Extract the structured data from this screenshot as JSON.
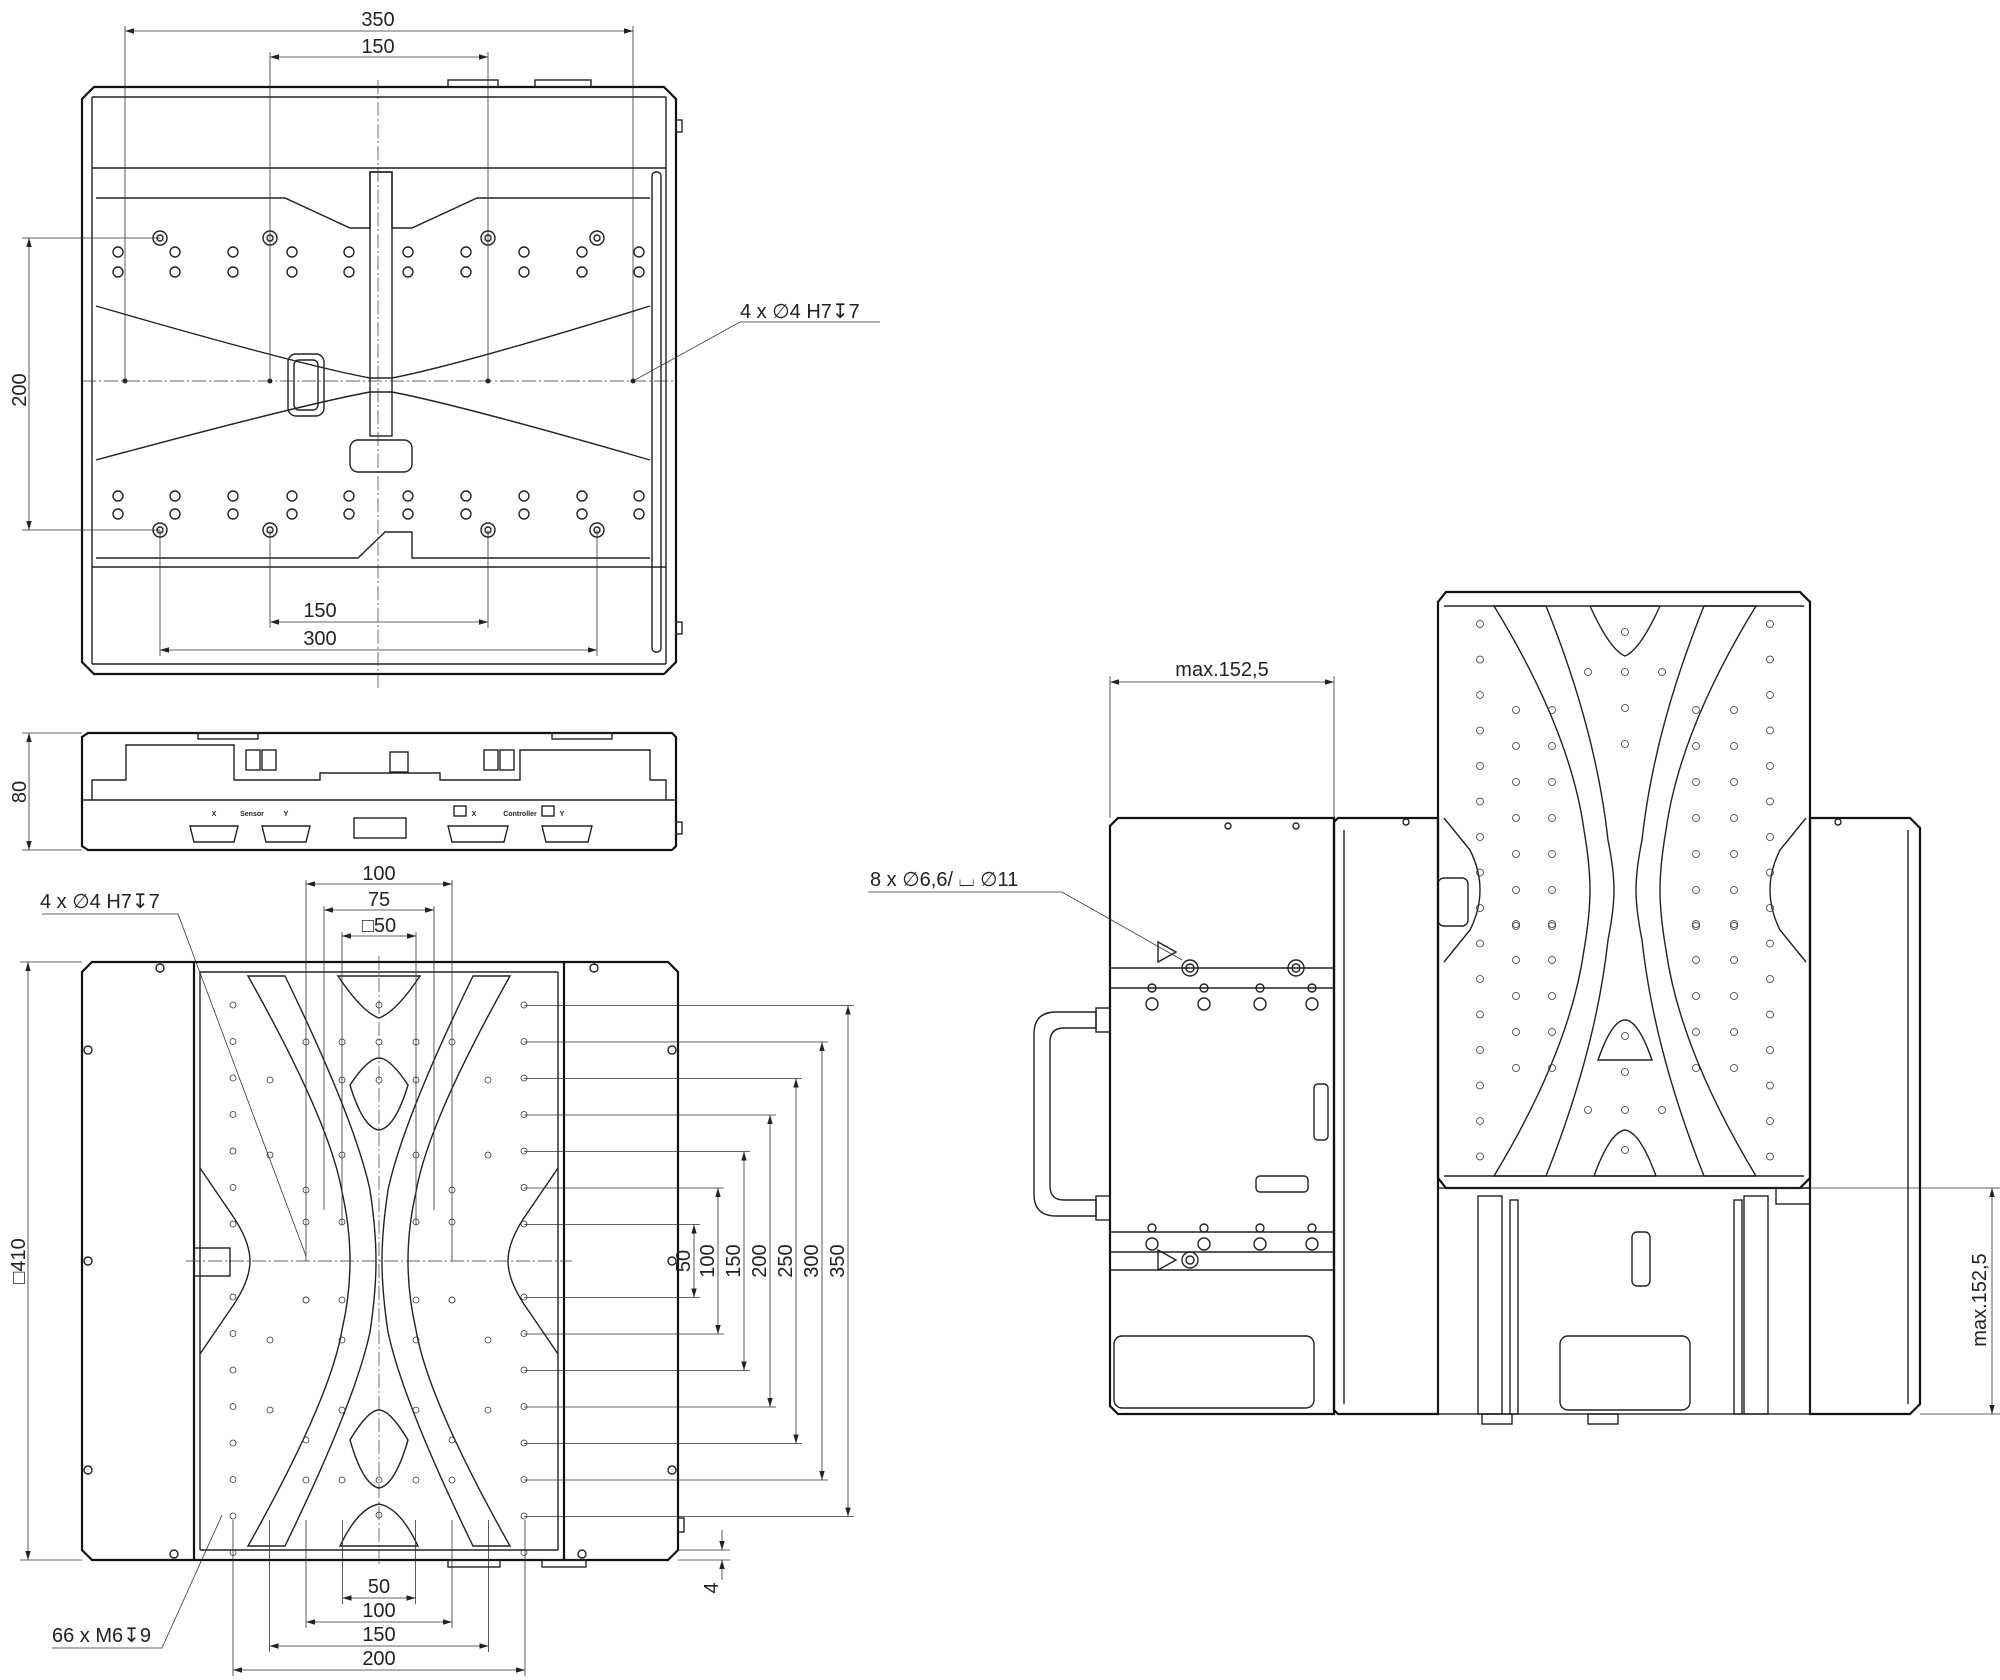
{
  "top_view": {
    "dim_350": "350",
    "dim_150_top": "150",
    "dim_200": "200",
    "dim_150_bottom": "150",
    "dim_300": "300",
    "callout_holes": "4 x ∅4 H7↧7"
  },
  "side_view": {
    "dim_80": "80",
    "label_sensor": "Sensor",
    "label_x": "X",
    "label_y": "Y",
    "label_controller": "Controller"
  },
  "bottom_view": {
    "dim_100": "100",
    "dim_75": "75",
    "dim_sq50": "□50",
    "callout_holes": "4 x ∅4 H7↧7",
    "dim_sq410": "□410",
    "vert_dims": [
      "50",
      "100",
      "150",
      "200",
      "250",
      "300",
      "350"
    ],
    "bottom_dims": [
      "50",
      "100",
      "150",
      "200"
    ],
    "dim_4": "4",
    "callout_threads": "66 x M6↧9"
  },
  "iso_view": {
    "dim_max_left": "max.152,5",
    "dim_max_right": "max.152,5",
    "callout_holes": "8 x ∅6,6/ ⌴ ∅11"
  }
}
